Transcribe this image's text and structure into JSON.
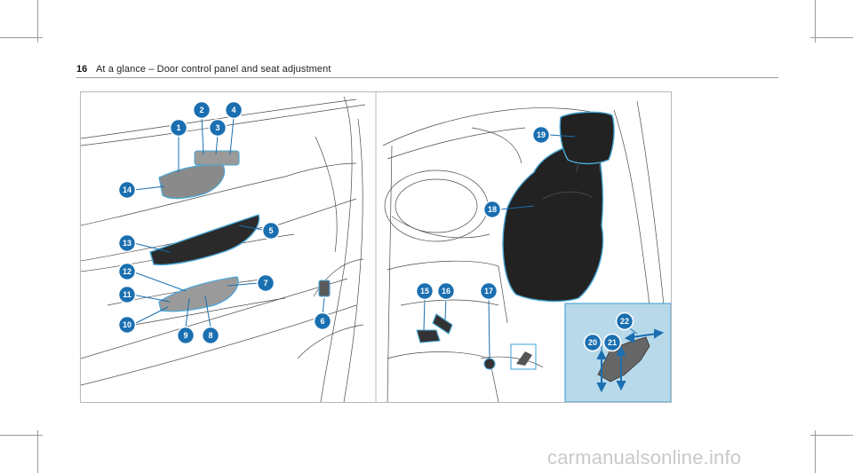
{
  "header": {
    "page_number": "16",
    "title": "At a glance – Door control panel and seat adjustment"
  },
  "callouts": {
    "c1": "1",
    "c2": "2",
    "c3": "3",
    "c4": "4",
    "c5": "5",
    "c6": "6",
    "c7": "7",
    "c8": "8",
    "c9": "9",
    "c10": "10",
    "c11": "11",
    "c12": "12",
    "c13": "13",
    "c14": "14",
    "c15": "15",
    "c16": "16",
    "c17": "17",
    "c18": "18",
    "c19": "19",
    "c20": "20",
    "c21": "21",
    "c22": "22"
  },
  "watermark": "carmanualsonline.info",
  "colors": {
    "accent": "#1a6fb0",
    "highlight": "#4aa8d8",
    "inset_bg": "#b8d9ea"
  }
}
